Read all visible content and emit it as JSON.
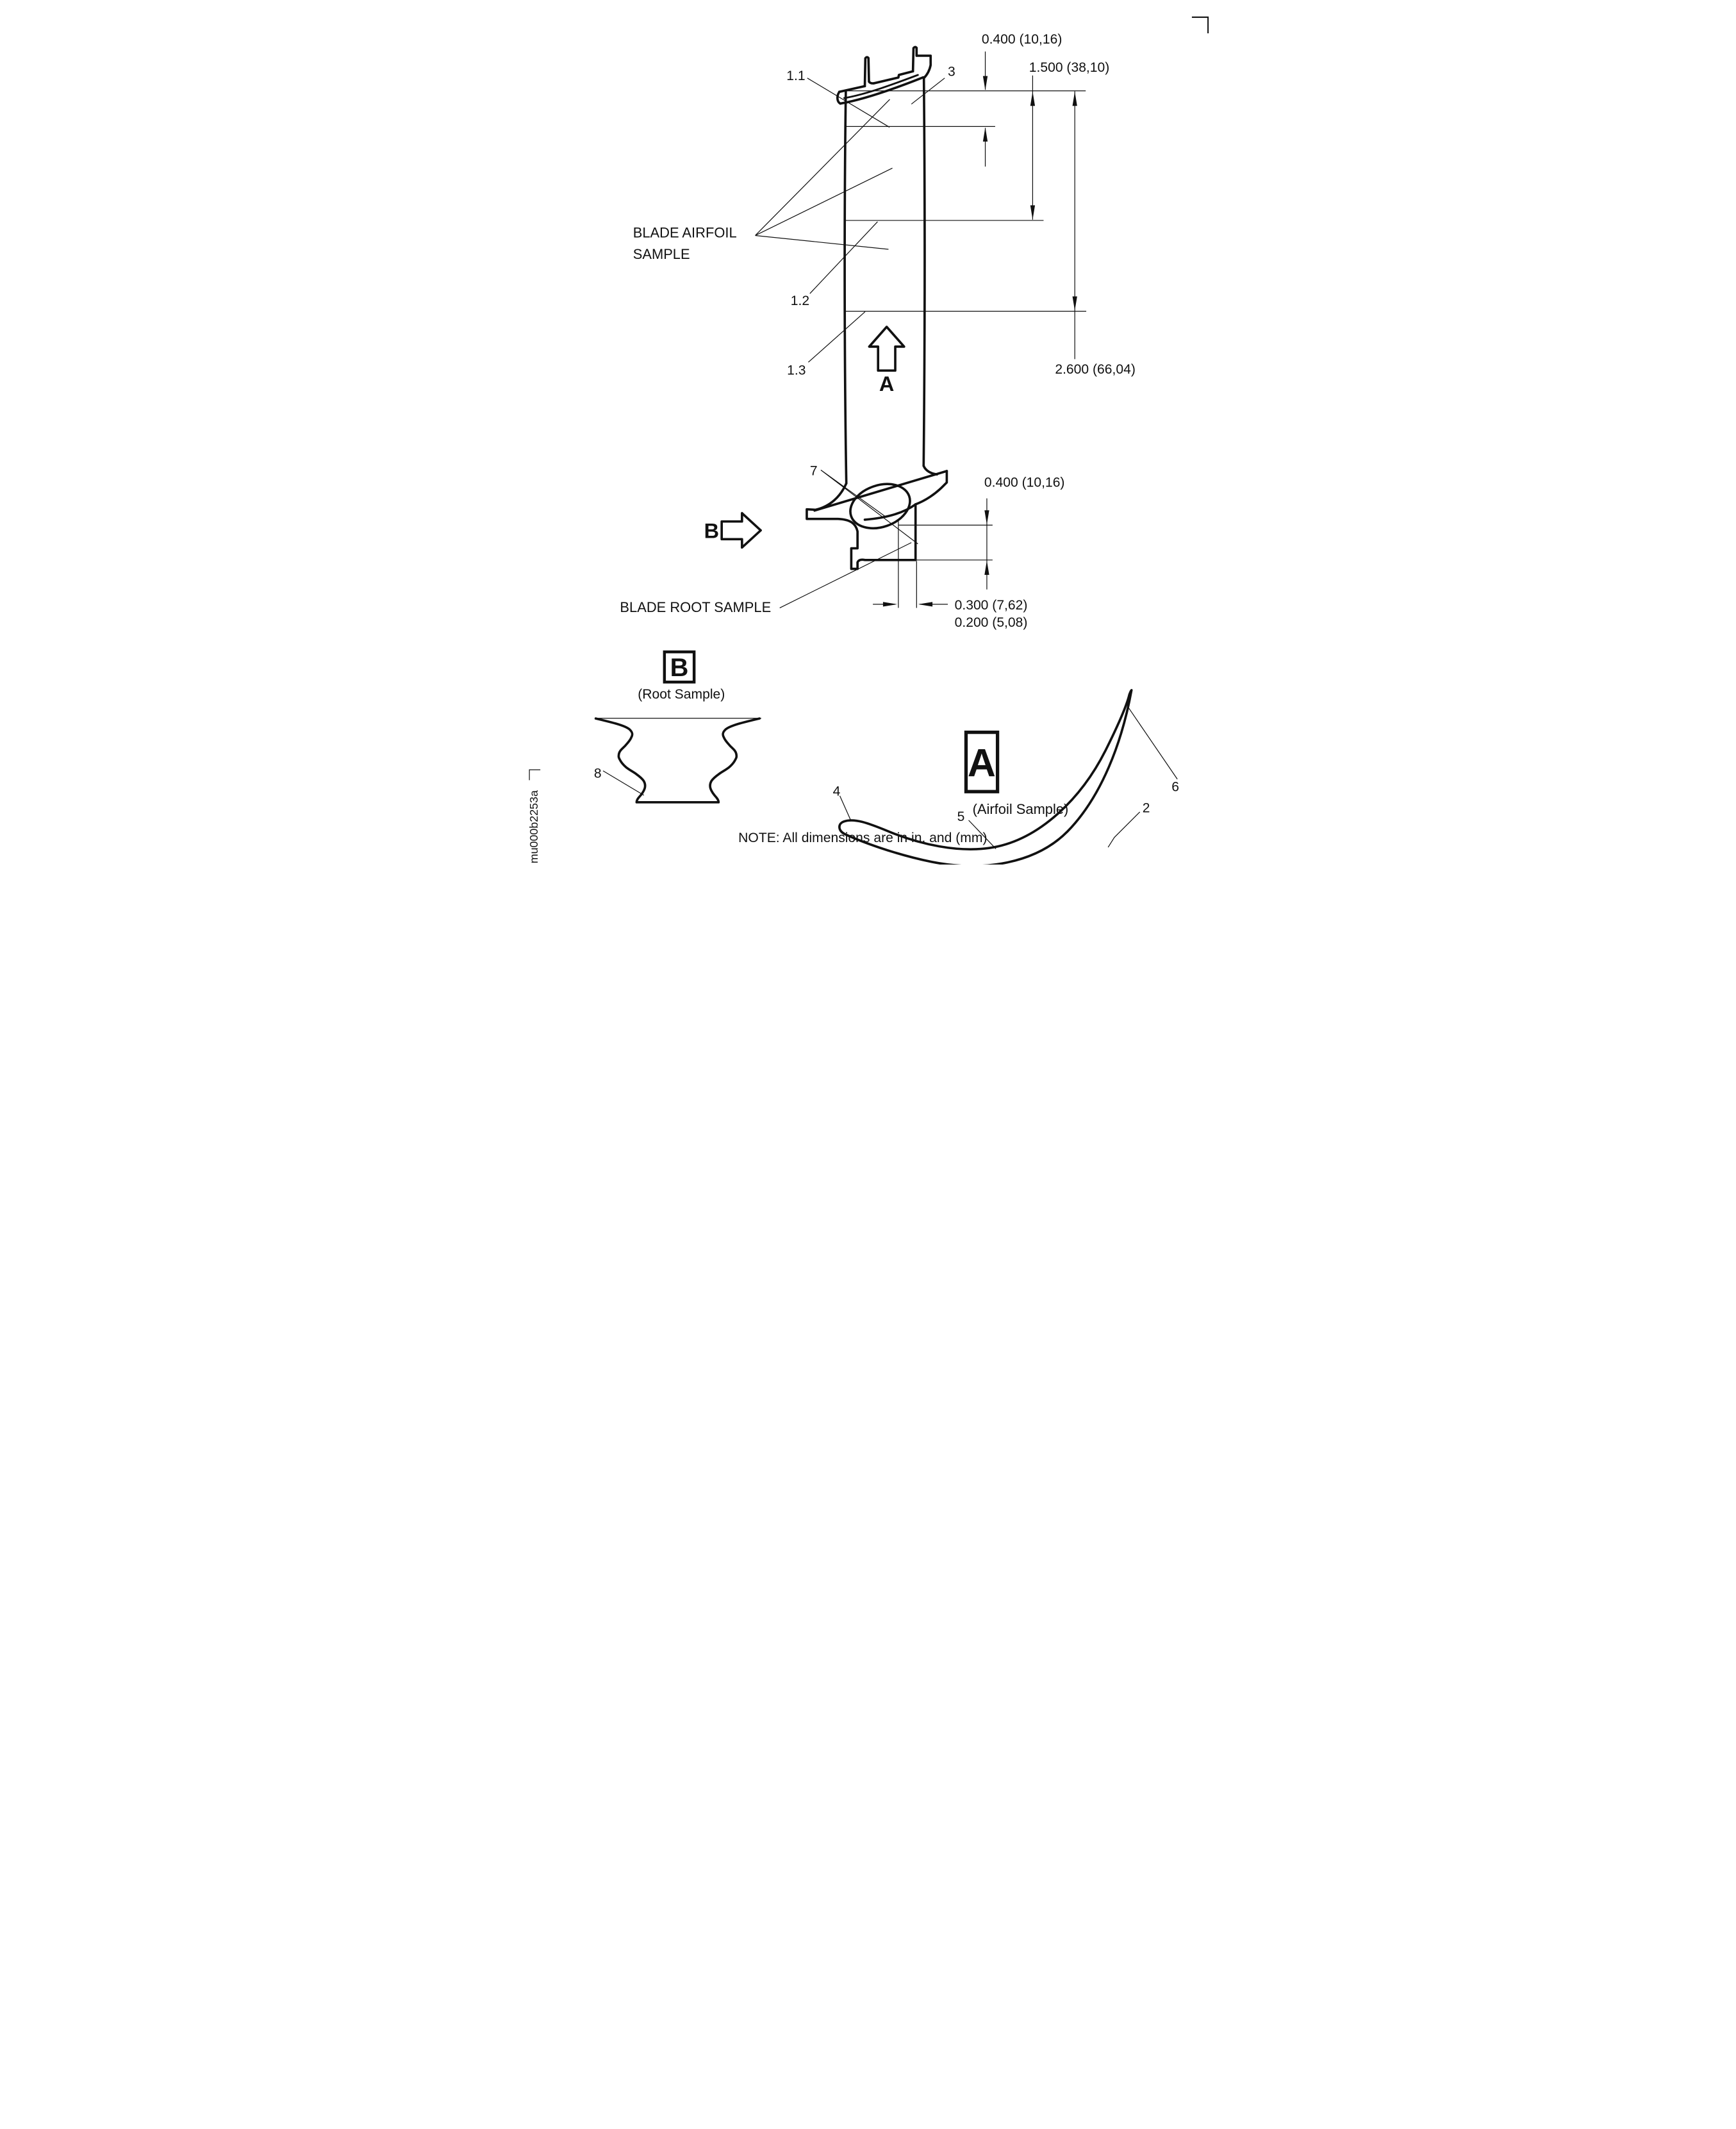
{
  "figure": {
    "doc_code": "mu000b2253a",
    "note": "NOTE: All dimensions are in in. and (mm)",
    "labels": {
      "blade_airfoil_line1": "BLADE AIRFOIL",
      "blade_airfoil_line2": "SAMPLE",
      "blade_root": "BLADE ROOT SAMPLE",
      "view_a": "A",
      "view_b": "B",
      "section_a_letter": "A",
      "section_a_caption": "(Airfoil Sample)",
      "section_b_letter": "B",
      "section_b_caption": "(Root Sample)"
    },
    "dimensions": {
      "tip_offset": "0.400 (10,16)",
      "mid": "1.500 (38,10)",
      "lower": "2.600 (66,04)",
      "root_height": "0.400 (10,16)",
      "root_width_a": "0.300 (7,62)",
      "root_width_b": "0.200 (5,08)"
    },
    "callouts": {
      "n1_1": "1.1",
      "n1_2": "1.2",
      "n1_3": "1.3",
      "n2": "2",
      "n3": "3",
      "n4": "4",
      "n5": "5",
      "n6": "6",
      "n7": "7",
      "n8": "8"
    },
    "colors": {
      "ink": "#111111",
      "paper": "#ffffff"
    }
  }
}
